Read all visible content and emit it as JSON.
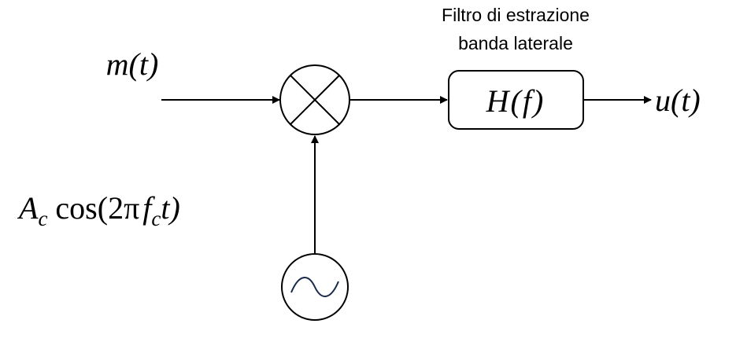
{
  "filter": {
    "caption_line1": "Filtro di estrazione",
    "caption_line2": "banda laterale",
    "transfer_function": "H(f)"
  },
  "signals": {
    "input": "m(t)",
    "output": "u(t)",
    "carrier": {
      "amplitude_symbol": "A",
      "amplitude_subscript": "c",
      "function": " cos(2π",
      "frequency_symbol": "f",
      "frequency_subscript": "c",
      "tail": "t)"
    }
  },
  "colors": {
    "stroke": "#000000",
    "oscillator_wave": "#1a2a4a"
  },
  "icons": {
    "mixer": "multiplier-circle-x-icon",
    "oscillator": "sine-wave-oscillator-icon"
  }
}
